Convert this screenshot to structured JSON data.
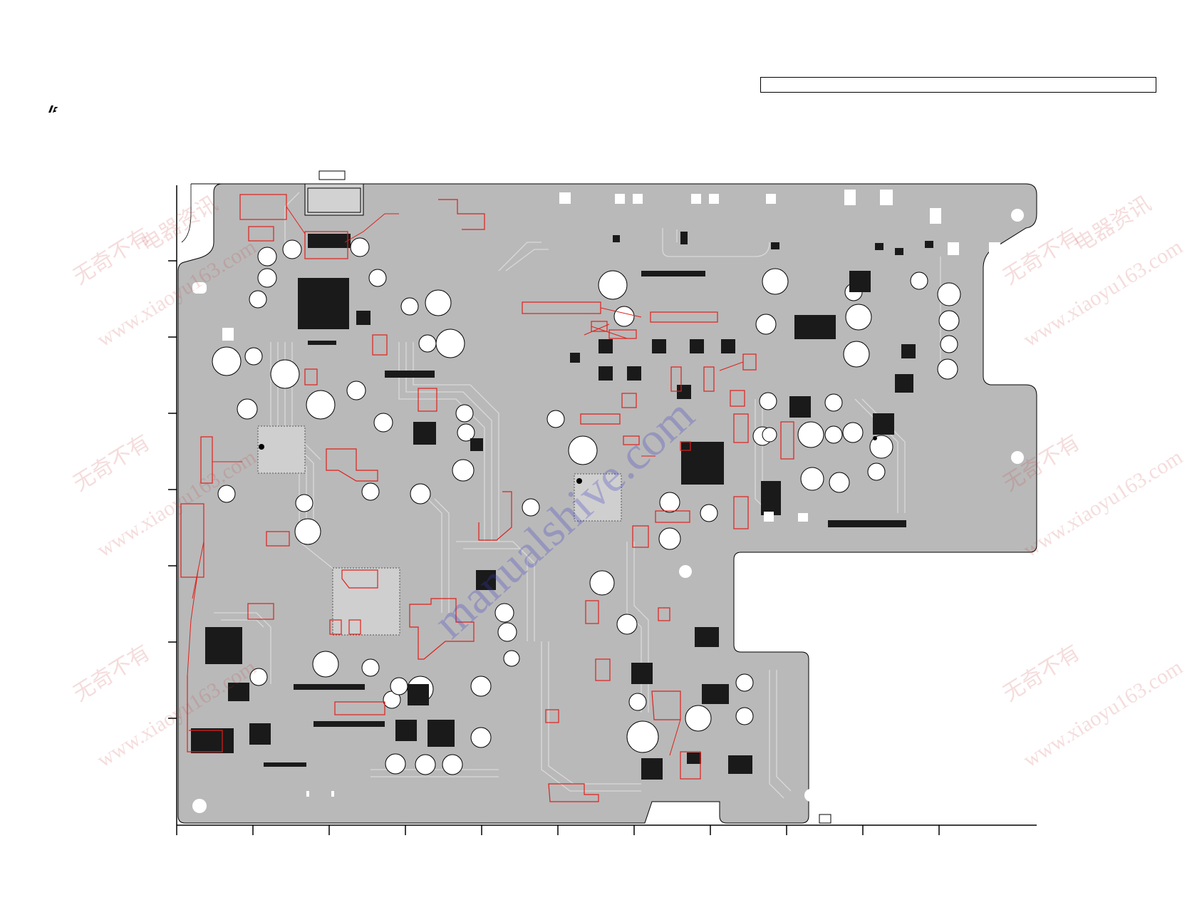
{
  "header": {
    "title": ""
  },
  "brand": {
    "icon": "brand-logo-icon"
  },
  "diagram": {
    "kind": "pcb-layout-foil-side",
    "board_color": "#b9b9b9",
    "highlight_color": "#e0201a",
    "outline_color": "#000000"
  },
  "watermarks": {
    "cn": "无奇不有",
    "cn2": "电器资讯",
    "url": "www.xiaoyu163.com",
    "url2": "manualshive.com"
  },
  "colors": {
    "board": "#b9b9b9",
    "trace": "#d6d6d6",
    "component": "#1a1a1a",
    "highlight": "#e0201a"
  }
}
